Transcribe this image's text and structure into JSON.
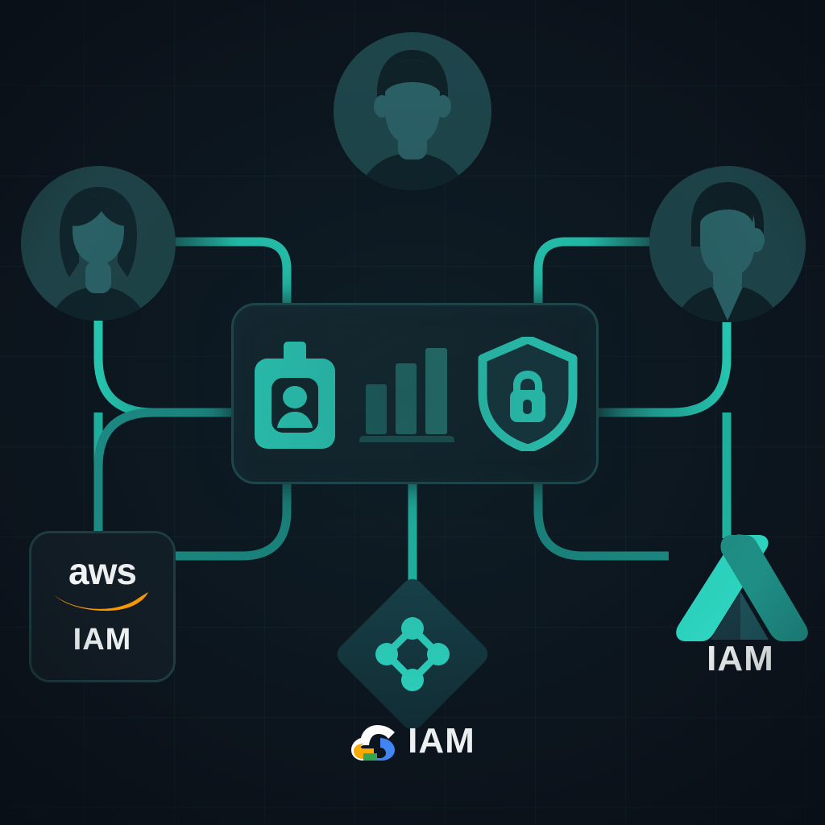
{
  "diagram": {
    "title": "Identity and Access Management federation diagram",
    "type": "architecture-diagram",
    "background_color": "#0c141d",
    "accent_color": "#2dd4bf",
    "wire_color": "#23c6b0",
    "wire_color_dim": "#1b7a74"
  },
  "users": [
    {
      "name": "user-avatar-left",
      "gender_glyph": "female-avatar",
      "position": "top-left"
    },
    {
      "name": "user-avatar-center",
      "gender_glyph": "male-avatar",
      "position": "top-center"
    },
    {
      "name": "user-avatar-right",
      "gender_glyph": "male-avatar-collared",
      "position": "top-right"
    }
  ],
  "panel": {
    "name": "iam-core-panel",
    "icons": [
      {
        "id": "id-badge-icon",
        "label": "identity-badge",
        "color": "#2dd4bf"
      },
      {
        "id": "bar-chart-icon",
        "label": "access-analytics",
        "color": "#1f5f5e"
      },
      {
        "id": "shield-lock-icon",
        "label": "security-shield-lock",
        "color": "#2dd4bf"
      }
    ]
  },
  "providers": [
    {
      "id": "aws-iam",
      "wordmark": "aws",
      "label": "IAM",
      "logo": "aws-smile-logo",
      "brand_color": "#ff9900",
      "position": "bottom-left"
    },
    {
      "id": "google-cloud-iam",
      "wordmark": "",
      "label": "IAM",
      "logo": "google-cloud-logo",
      "brand_colors": [
        "#ffffff",
        "#f9ab00",
        "#4285f4",
        "#34a853"
      ],
      "position": "bottom-center"
    },
    {
      "id": "azure-iam",
      "wordmark": "",
      "label": "IAM",
      "logo": "azure-triangle-logo",
      "brand_color": "#2dd4bf",
      "position": "bottom-right"
    }
  ],
  "connections": [
    {
      "from": "user-avatar-left",
      "to": "iam-core-panel"
    },
    {
      "from": "user-avatar-center",
      "to": "iam-core-panel"
    },
    {
      "from": "user-avatar-right",
      "to": "iam-core-panel"
    },
    {
      "from": "iam-core-panel",
      "to": "aws-iam"
    },
    {
      "from": "iam-core-panel",
      "to": "google-cloud-iam"
    },
    {
      "from": "iam-core-panel",
      "to": "azure-iam"
    }
  ]
}
